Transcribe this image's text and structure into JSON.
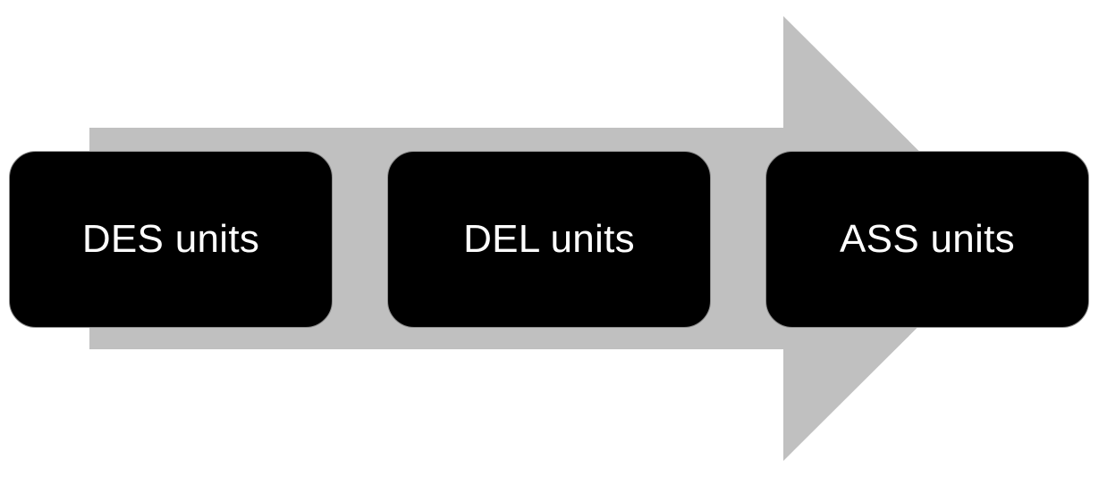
{
  "diagram": {
    "arrow_color": "#c0c0c0",
    "box_color": "#000000",
    "text_color": "#ffffff",
    "stages": [
      {
        "label": "DES units"
      },
      {
        "label": "DEL units"
      },
      {
        "label": "ASS units"
      }
    ]
  }
}
